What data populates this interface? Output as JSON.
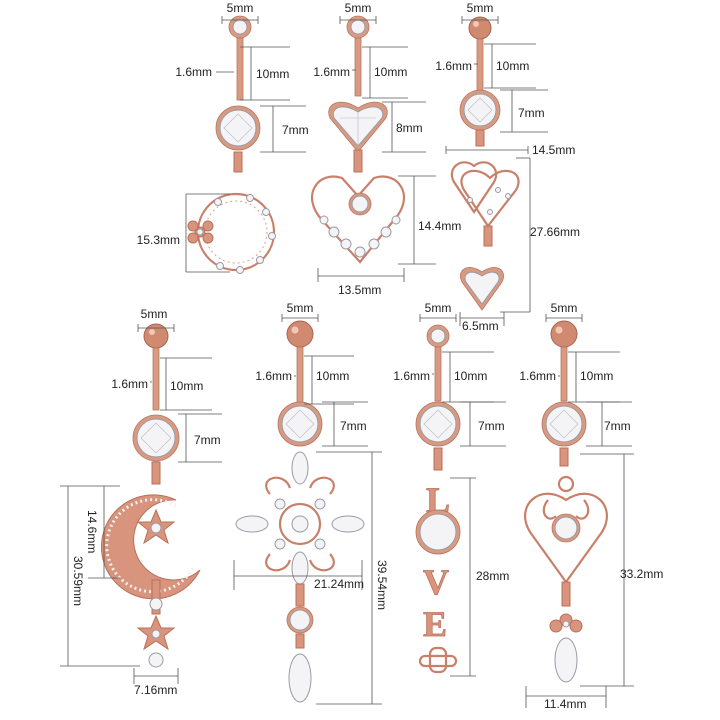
{
  "items": [
    {
      "name": "Flower Circle",
      "top_width": "5mm",
      "bar_width": "1.6mm",
      "bar_length": "10mm",
      "gem_size": "7mm",
      "dangle_size": "15.3mm"
    },
    {
      "name": "Heart",
      "top_width": "5mm",
      "bar_width": "1.6mm",
      "bar_length": "10mm",
      "gem_size": "8mm",
      "dangle_height": "14.4mm",
      "dangle_width": "13.5mm"
    },
    {
      "name": "Double Heart",
      "top_width": "5mm",
      "bar_width": "1.6mm",
      "bar_length": "10mm",
      "gem_size": "7mm",
      "heart_width": "14.5mm",
      "dangle_length": "27.66mm",
      "bottom_gem": "6.5mm"
    },
    {
      "name": "Moon Star",
      "top_width": "5mm",
      "bar_width": "1.6mm",
      "bar_length": "10mm",
      "gem_size": "7mm",
      "moon_height": "14.6mm",
      "dangle_length": "30.59mm",
      "star_width": "7.16mm"
    },
    {
      "name": "Cross",
      "top_width": "5mm",
      "bar_width": "1.6mm",
      "bar_length": "10mm",
      "gem_size": "7mm",
      "cross_width": "21.24mm",
      "dangle_length": "39.54mm"
    },
    {
      "name": "LOVE",
      "top_width": "5mm",
      "bar_width": "1.6mm",
      "bar_length": "10mm",
      "gem_size": "7mm",
      "dangle_length": "28mm",
      "letters": [
        "L",
        "O",
        "V",
        "E"
      ]
    },
    {
      "name": "Filigree Heart",
      "top_width": "5mm",
      "bar_width": "1.6mm",
      "bar_length": "10mm",
      "gem_size": "7mm",
      "dangle_length": "33.2mm",
      "bottom_width": "11.4mm"
    }
  ]
}
